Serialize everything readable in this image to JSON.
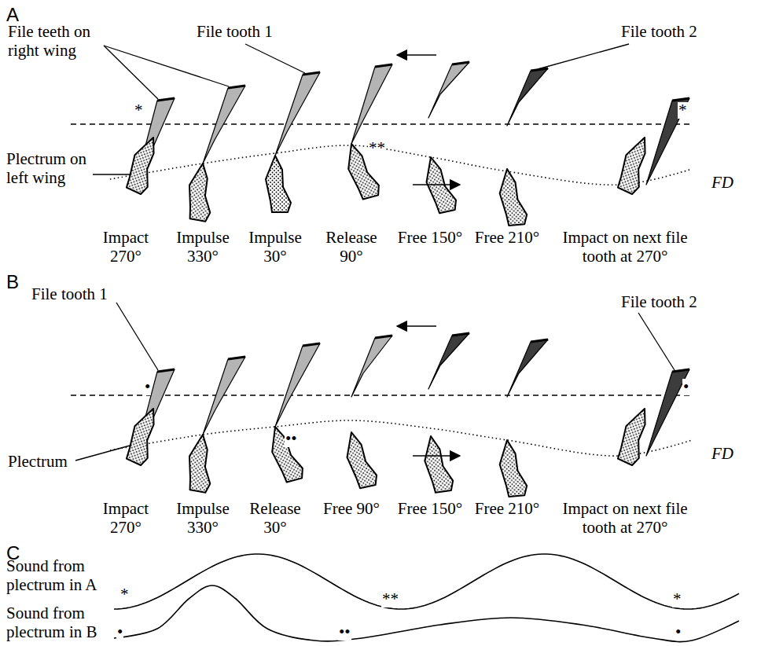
{
  "diagram": {
    "labels": [
      "A",
      "File teeth on right wing",
      "File tooth 1",
      "File tooth 2",
      "Plectrum on left wing",
      "*",
      "**",
      "*",
      "FD",
      "Impact 270°",
      "Impulse 330°",
      "Impulse 30°",
      "Release 90°",
      "Free 150°",
      "Free 210°",
      "Impact on next file tooth at 270°",
      "B",
      "File tooth 1",
      "File tooth 2",
      "Plectrum",
      "•",
      "••",
      "•",
      "FD",
      "Impact 270°",
      "Impulse 330°",
      "Release 30°",
      "Free 90°",
      "Free 150°",
      "Free 210°",
      "Impact on next file tooth at 270°",
      "C",
      "Sound from plectrum in A",
      "Sound from plectrum in B",
      "*",
      "**",
      "*",
      "•",
      "••",
      "•"
    ]
  }
}
